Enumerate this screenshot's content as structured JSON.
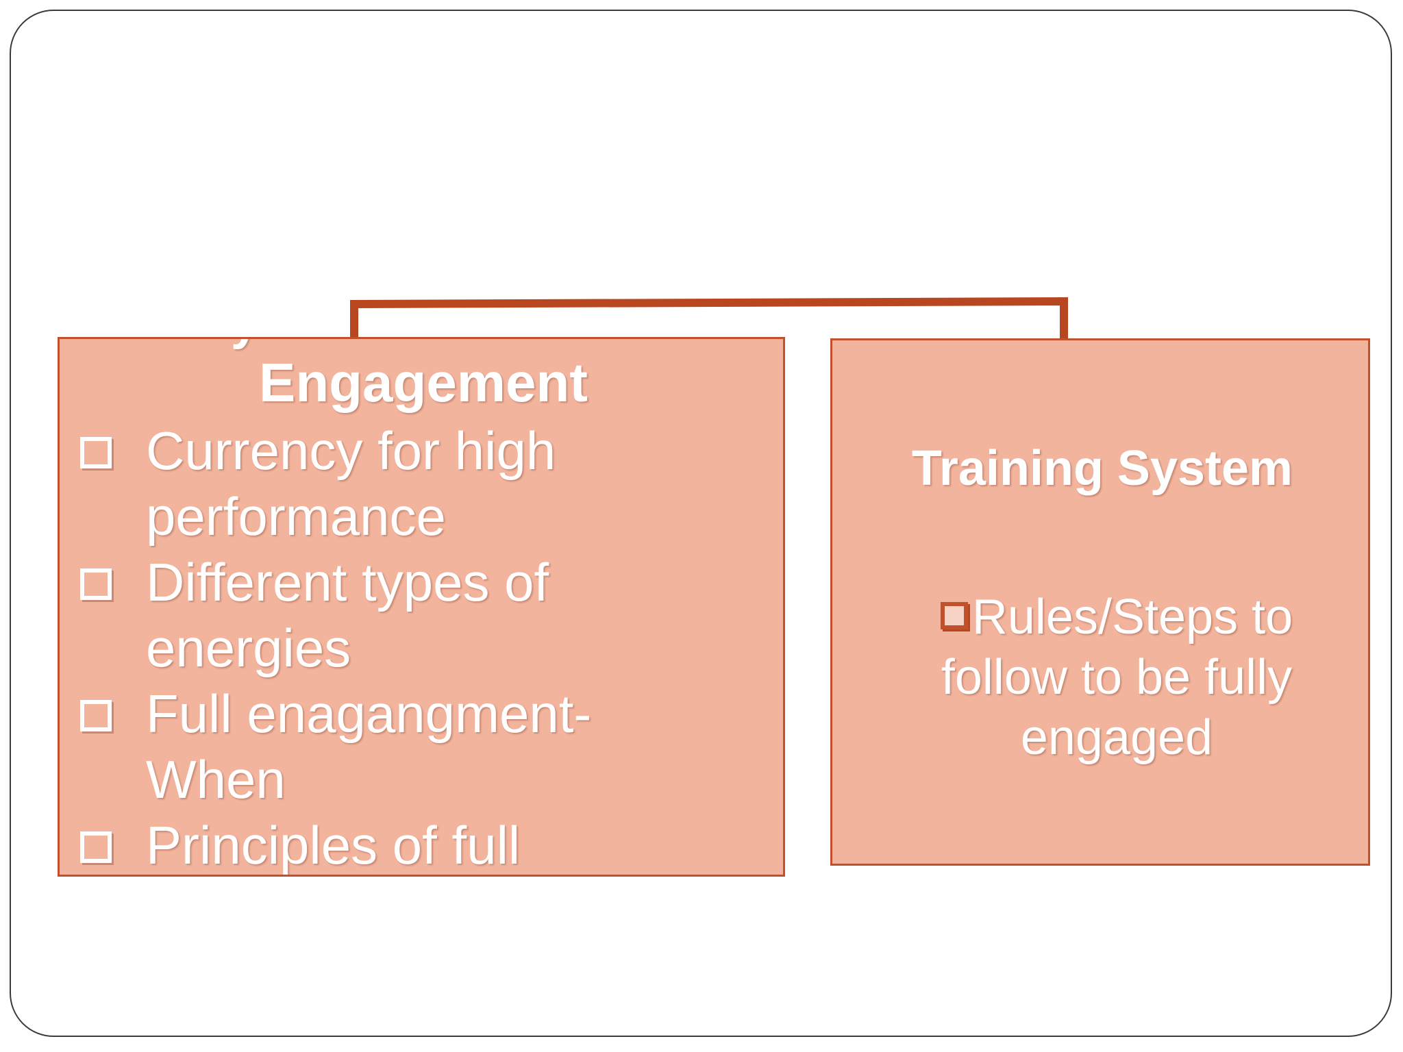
{
  "colors": {
    "box_fill": "#f2b49d",
    "box_border": "#c1502c",
    "connector": "#b8461f",
    "text": "#ffffff"
  },
  "left_box": {
    "clipped_heading": "y",
    "heading": "Engagement",
    "items": [
      {
        "text": "Currency for high performance"
      },
      {
        "text": "Different types of energies"
      },
      {
        "text": "Full enagangment-When"
      },
      {
        "text": "Principles of full enagangment"
      }
    ],
    "bullet_icon": "checkbox-square-icon"
  },
  "right_box": {
    "heading": "Training System",
    "body": "Rules/Steps to follow to be fully engaged",
    "bullet_icon": "checkbox-square-icon"
  }
}
